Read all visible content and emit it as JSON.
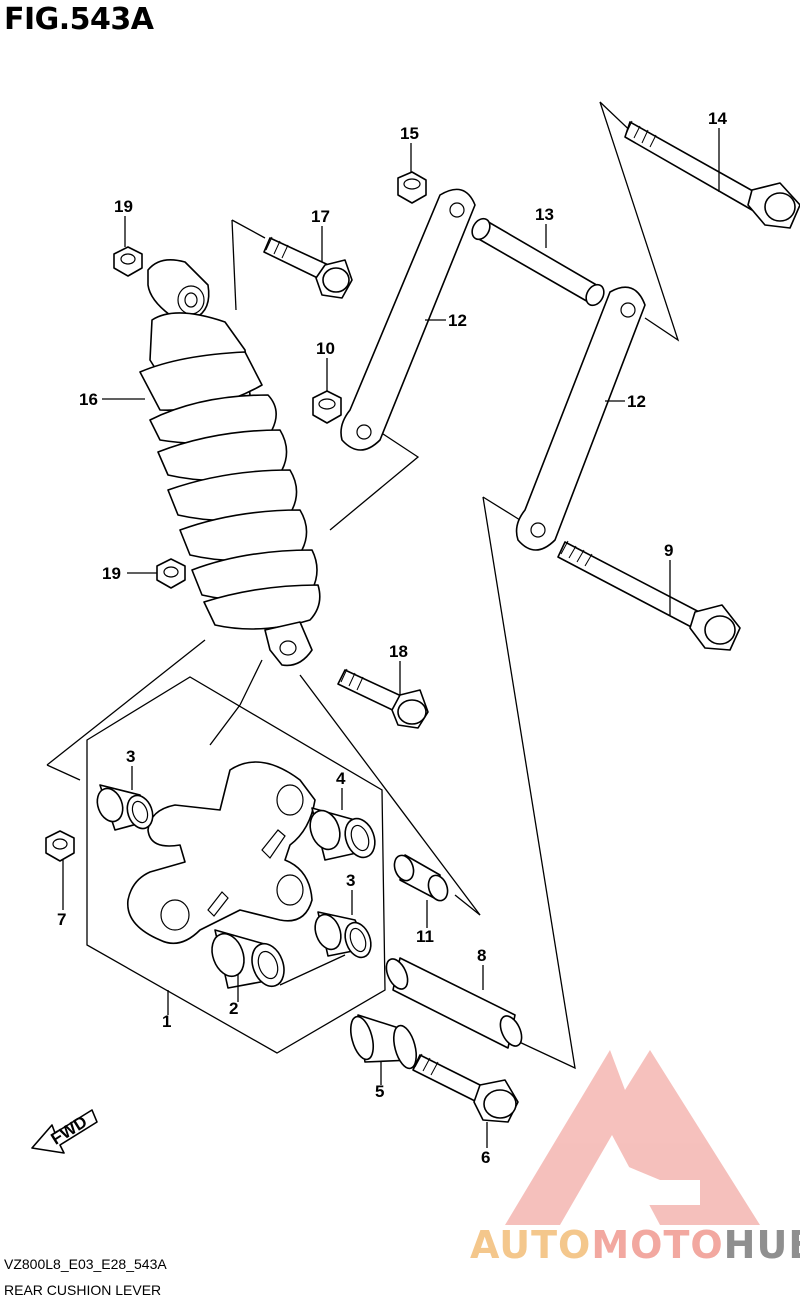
{
  "figure_title": "FIG.543A",
  "footer": {
    "model_code": "VZ800L8_E03_E28_543A",
    "section_name": "REAR CUSHION LEVER"
  },
  "fwd_label": "FWD",
  "watermark": {
    "part_a": "AUTO",
    "part_b": "MOTO",
    "part_c": "HUB",
    "colors": {
      "auto": "#f4c78c",
      "moto": "#f2a8a0",
      "hub": "#8f8f8f",
      "logo": "#ee8e86"
    }
  },
  "callouts": [
    "1",
    "2",
    "3",
    "3",
    "4",
    "5",
    "6",
    "7",
    "8",
    "9",
    "10",
    "11",
    "12",
    "12",
    "13",
    "14",
    "15",
    "16",
    "17",
    "18",
    "19",
    "19"
  ]
}
